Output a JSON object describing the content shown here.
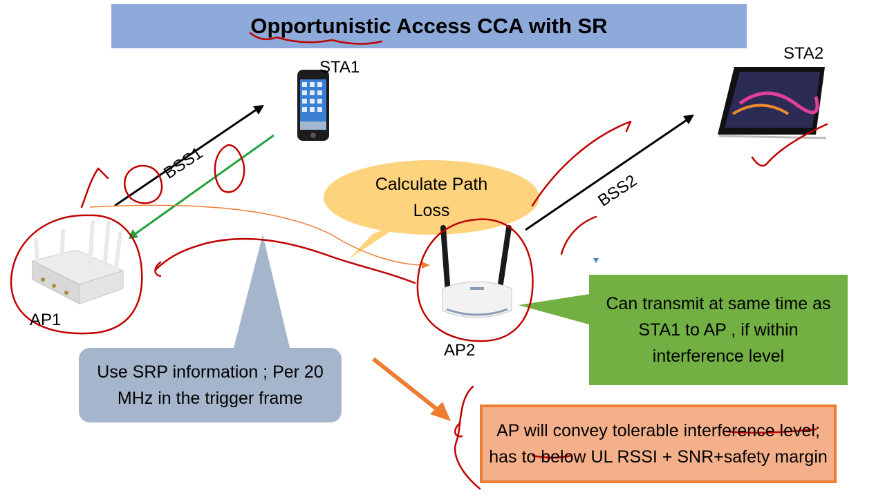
{
  "title": "Opportunistic Access CCA with SR",
  "nodes": {
    "sta1": "STA1",
    "sta2": "STA2",
    "ap1": "AP1",
    "ap2": "AP2"
  },
  "links": {
    "bss1": "BSS1",
    "bss2": "BSS2"
  },
  "callouts": {
    "path_loss": "Calculate Path Loss",
    "srp": "Use SRP information ; Per 20 MHz in the trigger frame",
    "transmit": "Can transmit at same time as STA1 to AP , if within interference level",
    "tolerable": "AP will convey tolerable interference level; has to below UL RSSI + SNR+safety margin"
  },
  "colors": {
    "title_bar": "#8eaadb",
    "path_loss_bubble": "#fdd37d",
    "srp_box": "#a5b5cc",
    "transmit_box": "#72b043",
    "tolerable_box": "#f4b08a",
    "tolerable_border": "#ed7d31",
    "annotation_ink": "#c00000"
  }
}
